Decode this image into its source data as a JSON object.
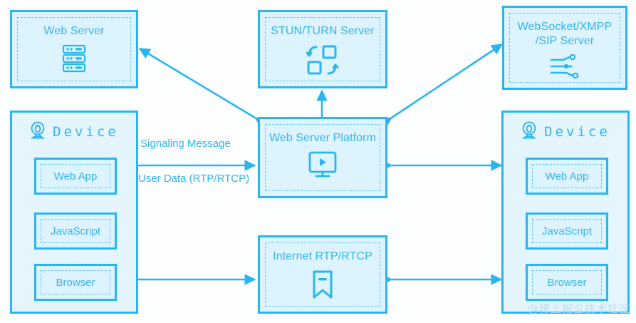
{
  "diagram": {
    "title": "WebRTC architecture diagram",
    "colors": {
      "accent": "#29b6f0",
      "text": "#34b4ef",
      "fill": "#ddf3fd",
      "device_fill": "#e4f5fd",
      "dashed": "#5fc8f5",
      "background": "#fdfeff",
      "watermark": "#b9dced"
    },
    "nodes": [
      {
        "id": "web-server",
        "label": "Web Server",
        "icon": "server-rack-icon"
      },
      {
        "id": "stun-turn-server",
        "label": "STUN/TURN  Server",
        "icon": "nat-traversal-icon"
      },
      {
        "id": "websocket-server",
        "label": "WebSocket/XMPP\n/SIP Server",
        "icon": "network-nodes-icon"
      },
      {
        "id": "web-server-platform",
        "label": "Web Server Platform",
        "icon": "monitor-play-icon"
      },
      {
        "id": "internet-rtp-rtcp",
        "label": "Internet RTP/RTCP",
        "icon": "bookmark-minus-icon"
      }
    ],
    "devices": [
      {
        "id": "device-left",
        "label": "Device",
        "icon": "webcam-icon",
        "items": [
          {
            "id": "web-app",
            "label": "Web App"
          },
          {
            "id": "javascript",
            "label": "JavaScript"
          },
          {
            "id": "browser",
            "label": "Browser"
          }
        ]
      },
      {
        "id": "device-right",
        "label": "Device",
        "icon": "webcam-icon",
        "items": [
          {
            "id": "web-app",
            "label": "Web App"
          },
          {
            "id": "javascript",
            "label": "JavaScript"
          },
          {
            "id": "browser",
            "label": "Browser"
          }
        ]
      }
    ],
    "edge_labels": [
      {
        "id": "signaling-message",
        "label": "Signaling Message"
      },
      {
        "id": "user-data",
        "label": "User Data (RTP/RTCP)"
      }
    ],
    "connections": [
      {
        "from": "web-server-platform",
        "to": "web-server",
        "arrow": "both"
      },
      {
        "from": "web-server-platform",
        "to": "stun-turn-server",
        "arrow": "both"
      },
      {
        "from": "web-server-platform",
        "to": "websocket-server",
        "arrow": "both"
      },
      {
        "from": "device-left",
        "to": "web-server-platform",
        "arrow": "both"
      },
      {
        "from": "web-server-platform",
        "to": "device-right",
        "arrow": "both"
      },
      {
        "from": "device-left",
        "to": "internet-rtp-rtcp",
        "arrow": "both"
      },
      {
        "from": "internet-rtp-rtcp",
        "to": "device-right",
        "arrow": "both"
      }
    ],
    "watermark": "@稀土掘金技术社区"
  }
}
